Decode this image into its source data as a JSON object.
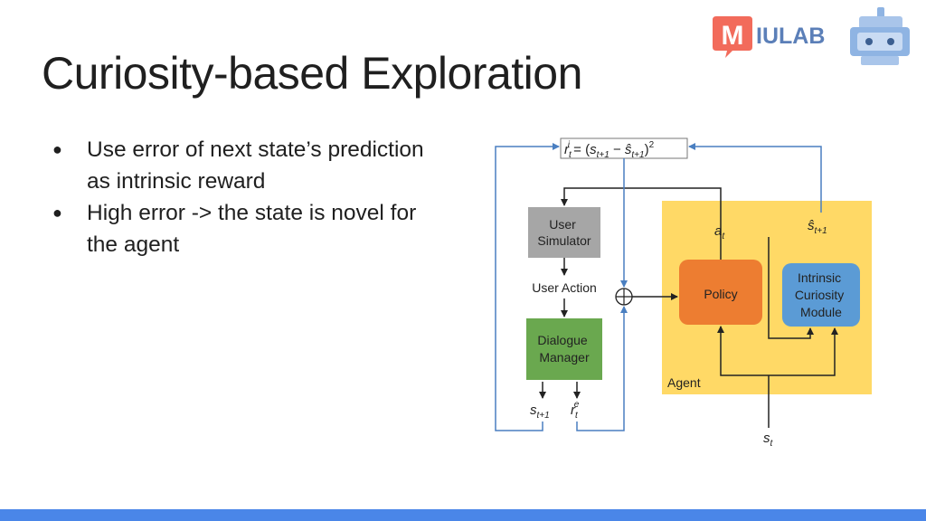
{
  "slide": {
    "title": "Curiosity-based Exploration",
    "bullets": [
      {
        "lines": [
          "Use error of next state’s prediction",
          "as intrinsic reward"
        ]
      },
      {
        "lines": [
          "High error -> the state is novel for",
          "the agent"
        ]
      }
    ],
    "bullet_symbol": "●"
  },
  "logo": {
    "badge_letter": "M",
    "text": "IULAB",
    "badge_color": "#f26b5b",
    "text_color": "#5b7fb8",
    "robot_color": "#8fb4e3",
    "icon": "robot-icon"
  },
  "diagram": {
    "formula": {
      "r": "r",
      "r_sup": "i",
      "r_sub": "t",
      "mid": " = (",
      "s": "s",
      "s_sub": "t+1",
      "minus": " − ",
      "shat": "ŝ",
      "shat_sub": "t+1",
      "close": ")",
      "exp": "2"
    },
    "user_simulator": "User Simulator",
    "user_action": "User Action",
    "dialogue_manager": "Dialogue Manager",
    "policy": "Policy",
    "icm": "Intrinsic Curiosity Module",
    "agent_label": "Agent",
    "a_t": {
      "base": "a",
      "sub": "t"
    },
    "s_hat_next": {
      "base": "ŝ",
      "sub": "t+1"
    },
    "s_next": {
      "base": "s",
      "sub": "t+1"
    },
    "r_ext": {
      "base": "r",
      "sub": "t",
      "sup": "e"
    },
    "s_t": {
      "base": "s",
      "sub": "t"
    },
    "colors": {
      "agent_bg": "#ffd966",
      "user_sim": "#a6a6a6",
      "dialogue_mgr": "#6aa84f",
      "policy": "#ed7d31",
      "icm": "#5b9bd5",
      "blue_line": "#4a7fc1",
      "black_line": "#222222",
      "footer": "#4a86e8"
    }
  }
}
